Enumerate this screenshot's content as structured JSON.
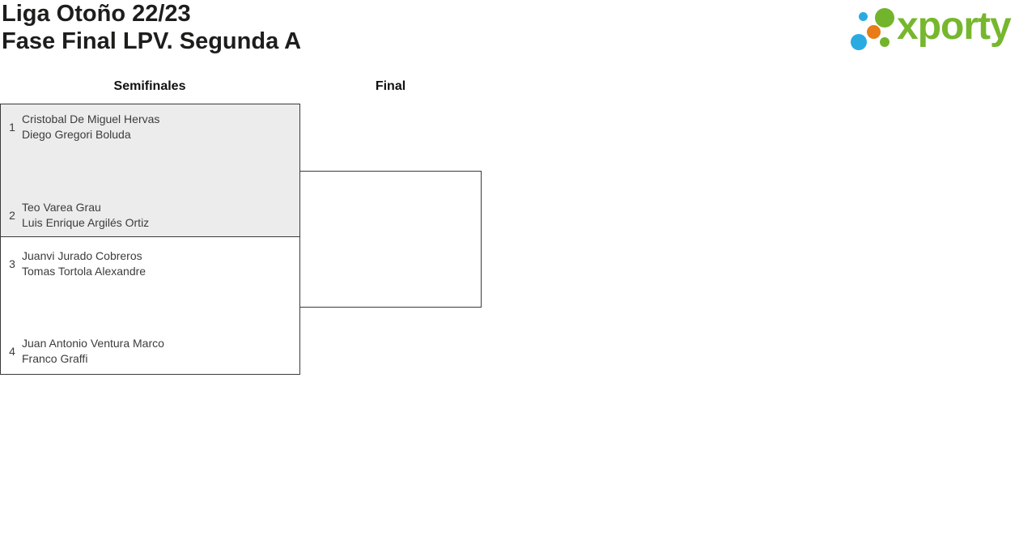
{
  "header": {
    "title_line1": "Liga Otoño 22/23",
    "title_line2": "Fase Final LPV. Segunda A",
    "logo": {
      "wordmark": "xporty",
      "brand_colors": {
        "green": "#76b72e",
        "blue": "#29abe2",
        "orange": "#e87c17"
      }
    }
  },
  "bracket": {
    "rounds": [
      {
        "label": "Semifinales"
      },
      {
        "label": "Final"
      }
    ],
    "semifinals": [
      {
        "slots": [
          {
            "seed": "1",
            "players": [
              "Cristobal De Miguel Hervas",
              "Diego Gregori Boluda"
            ]
          },
          {
            "seed": "2",
            "players": [
              "Teo Varea Grau",
              "Luis Enrique Argilés Ortiz"
            ]
          }
        ]
      },
      {
        "slots": [
          {
            "seed": "3",
            "players": [
              "Juanvi Jurado Cobreros",
              "Tomas Tortola Alexandre"
            ]
          },
          {
            "seed": "4",
            "players": [
              "Juan Antonio Ventura Marco",
              "Franco Graffi"
            ]
          }
        ]
      }
    ],
    "final_match": {
      "slots": []
    }
  }
}
